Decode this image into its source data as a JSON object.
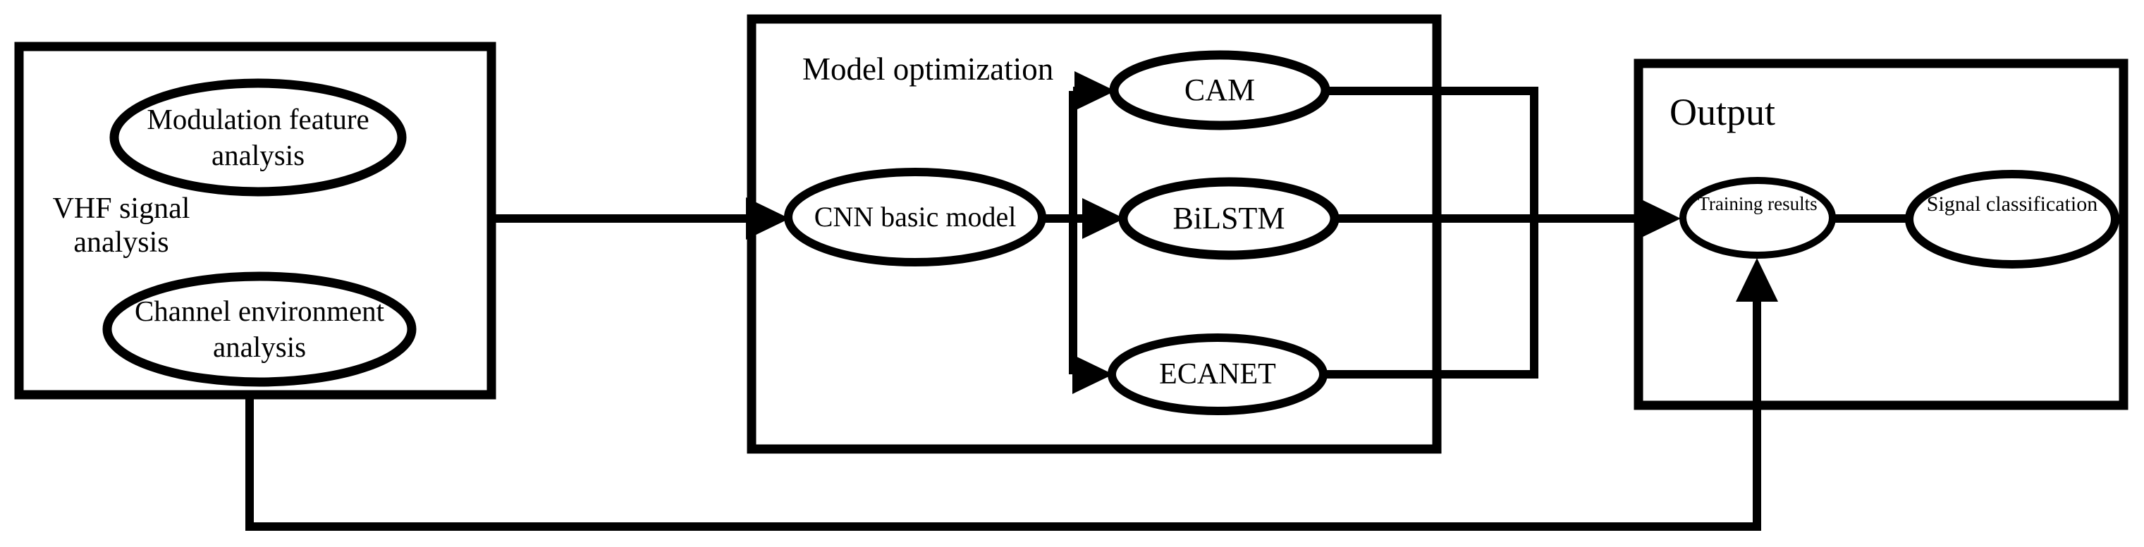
{
  "diagram": {
    "colors": {
      "background": "#ffffff",
      "stroke": "#000000",
      "text": "#000000"
    },
    "left_box": {
      "title": "VHF signal analysis",
      "nodes": [
        {
          "label": "Modulation feature analysis"
        },
        {
          "label": "Channel environment analysis"
        }
      ]
    },
    "middle_box": {
      "title": "Model optimization",
      "nodes": [
        {
          "label": "CNN basic model"
        },
        {
          "label": "CAM"
        },
        {
          "label": "BiLSTM"
        },
        {
          "label": "ECANET"
        }
      ]
    },
    "output_box": {
      "title": "Output",
      "nodes": [
        {
          "label": "Training results"
        },
        {
          "label": "Signal classification"
        }
      ]
    },
    "edges": [
      {
        "from": "VHF signal analysis",
        "to": "CNN basic model",
        "style": "arrow"
      },
      {
        "from": "CNN basic model",
        "to": "CAM",
        "style": "arrow"
      },
      {
        "from": "CNN basic model",
        "to": "BiLSTM",
        "style": "arrow"
      },
      {
        "from": "CNN basic model",
        "to": "ECANET",
        "style": "arrow"
      },
      {
        "from": "CAM",
        "to": "Training results",
        "style": "merge-line"
      },
      {
        "from": "BiLSTM",
        "to": "Training results",
        "style": "arrow"
      },
      {
        "from": "ECANET",
        "to": "Training results",
        "style": "merge-line"
      },
      {
        "from": "VHF signal analysis",
        "to": "Training results",
        "style": "feedback-arrow"
      },
      {
        "from": "Training results",
        "to": "Signal classification",
        "style": "line"
      }
    ]
  }
}
